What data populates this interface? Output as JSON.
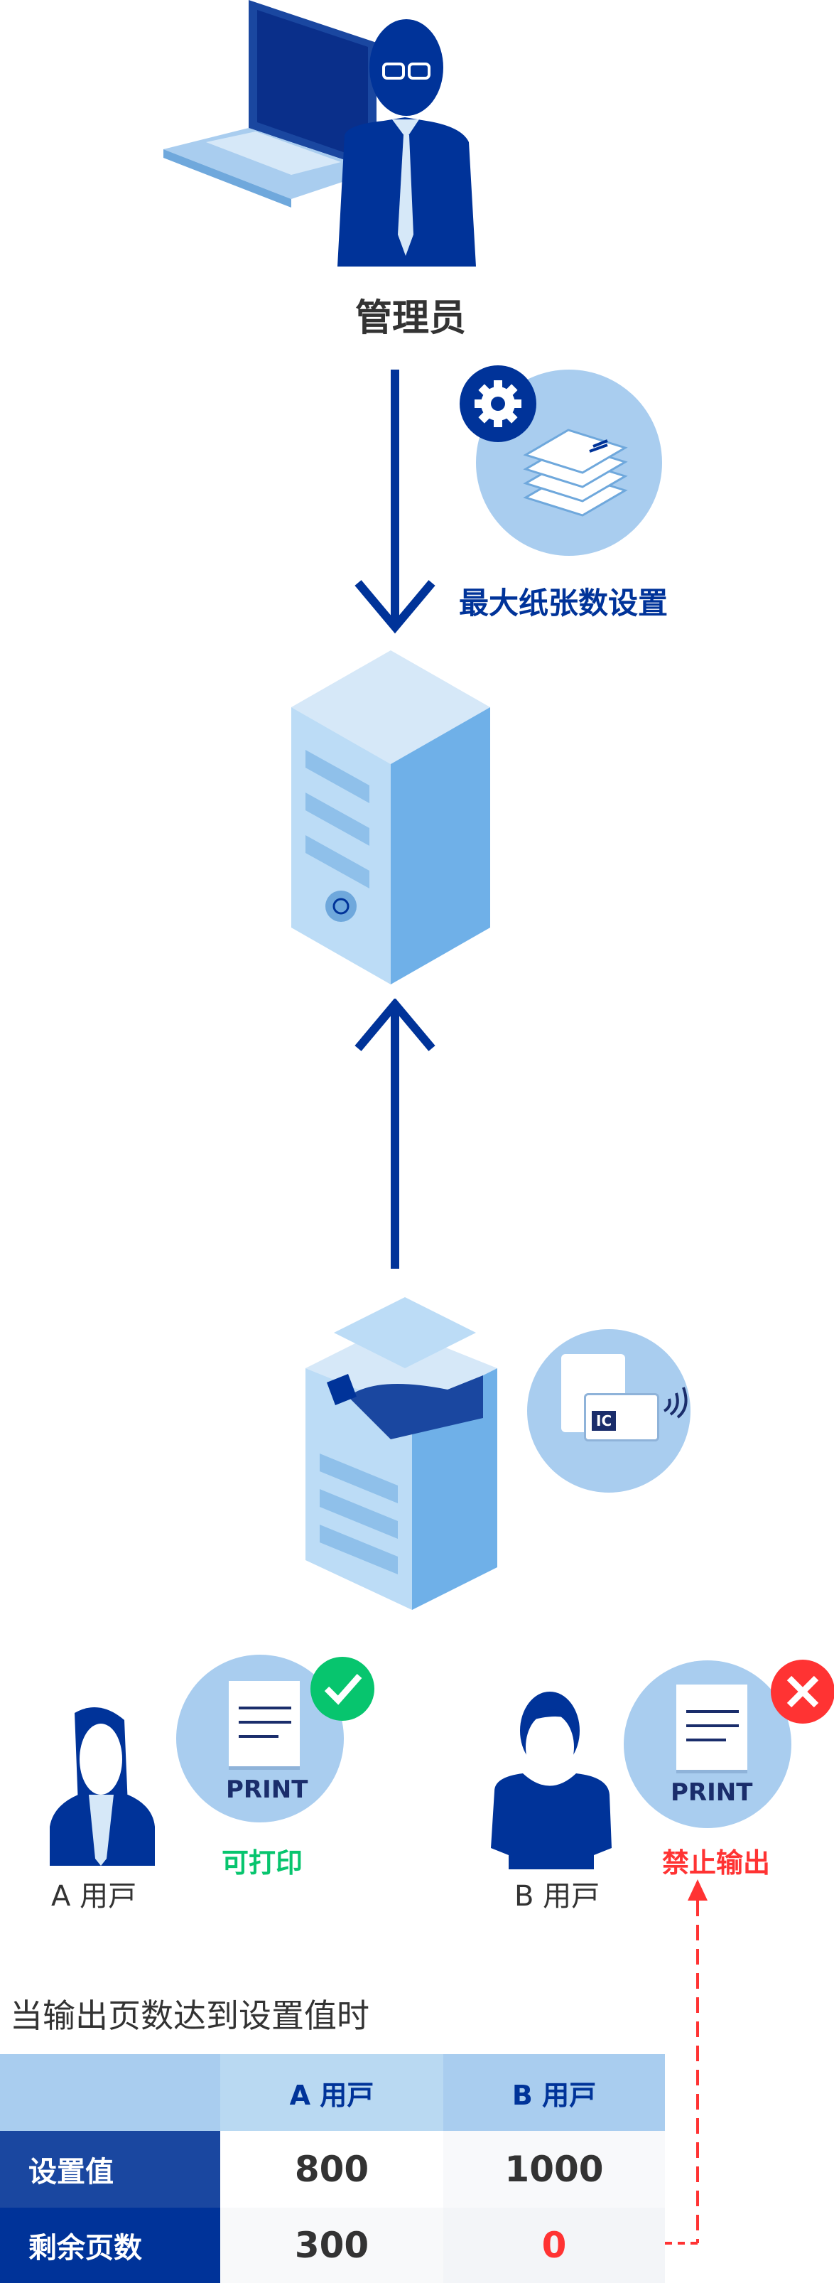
{
  "admin": {
    "label": "管理员"
  },
  "settings": {
    "label": "最大纸张数设置"
  },
  "users": [
    {
      "name": "A 用戸",
      "status": "可打印",
      "bubble_text": "PRINT",
      "status_icon": "check-icon"
    },
    {
      "name": "B 用戸",
      "status": "禁止输出",
      "bubble_text": "PRINT",
      "status_icon": "close-icon"
    }
  ],
  "ic_card": {
    "text": "IC"
  },
  "table": {
    "title": "当输出页数达到设置值时",
    "headers": [
      "",
      "A 用戸",
      "B 用戸"
    ],
    "rows": [
      {
        "label": "设置值",
        "a": "800",
        "b": "1000"
      },
      {
        "label": "剩余页数",
        "a": "300",
        "b": "0"
      }
    ]
  },
  "colors": {
    "primary": "#003399",
    "light": "#a9cdef",
    "ok": "#07c56e",
    "ng": "#ff3333"
  }
}
